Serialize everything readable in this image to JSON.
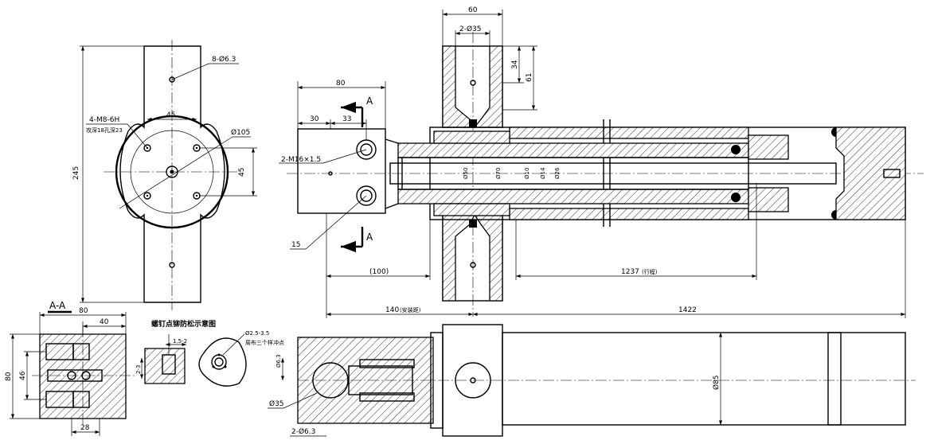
{
  "labels": {
    "d60": "60",
    "d2phi35_top": "2-Ø35",
    "d34": "34",
    "d61": "61",
    "d80_top": "80",
    "d30": "30",
    "d33": "33",
    "secA_top": "A",
    "secA_bot": "A",
    "d2M16": "2-M16×1.5",
    "d15": "15",
    "d8phi63": "8-Ø6.3",
    "d4M8": "4-M8-6H",
    "d4M8_note": "攻深18孔深23",
    "d45_h": "45",
    "d45_v": "45",
    "d105": "Ø105",
    "d245": "245",
    "phi50": "Ø50",
    "phi70": "Ø70",
    "phi10": "Ø10",
    "phi14": "Ø14",
    "phi26": "Ø26",
    "d100": "(100)",
    "d1237": "1237",
    "d1237_note": "(行程)",
    "d140": "140",
    "d140_note": "(安装距)",
    "d1422": "1422",
    "secAA": "A-A",
    "d80_aa": "80",
    "d40_aa": "40",
    "d80_aa_v": "80",
    "d46_aa": "46",
    "d28_aa": "28",
    "detail_title": "螺钉点铆防松示意图",
    "d15_2": "1.5-2",
    "d2_3": "2-3",
    "d25_35": "Ø2.5-3.5",
    "d25_35_note": "周布三个样冲点",
    "phi63_side": "Ø6.3",
    "phi35_side": "Ø35",
    "d2phi63_side": "2-Ø6.3",
    "phi85": "Ø85"
  }
}
